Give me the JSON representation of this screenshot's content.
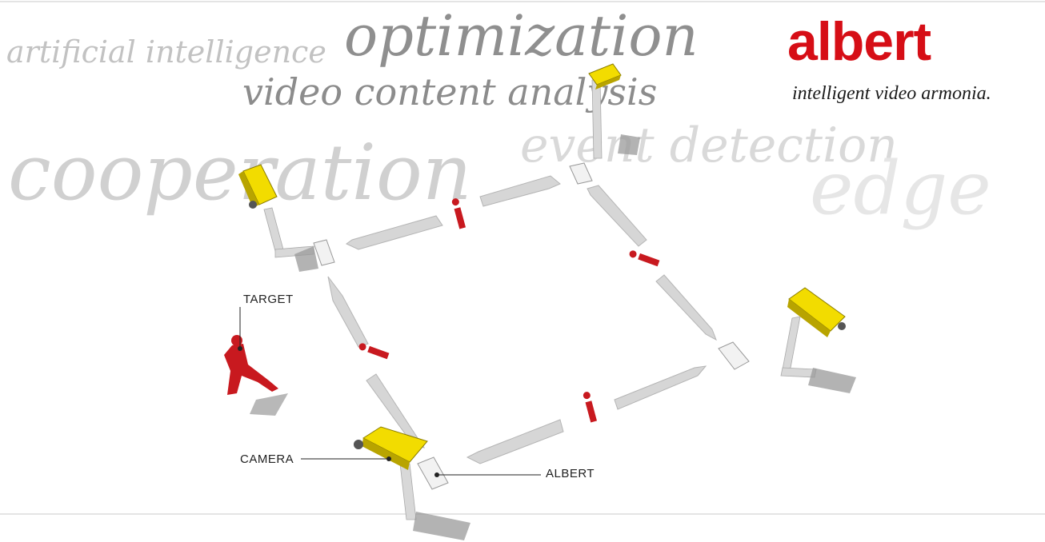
{
  "background_words": {
    "artificial_intelligence": "artificial intelligence",
    "optimization": "optimization",
    "video_content_analysis": "video content analysis",
    "cooperation": "cooperation",
    "event_detection": "event detection",
    "edge": "edge"
  },
  "logo": {
    "name": "albert",
    "tagline": "intelligent video armonia.",
    "color": "#d60e16"
  },
  "labels": {
    "target": "TARGET",
    "camera": "CAMERA",
    "albert": "ALBERT"
  },
  "info_marks": {
    "glyph": "i",
    "count": 4,
    "color": "#c8191f"
  },
  "colors": {
    "camera_body": "#f2dc00",
    "arrow": "#d6d6d6",
    "target": "#c8191f"
  }
}
